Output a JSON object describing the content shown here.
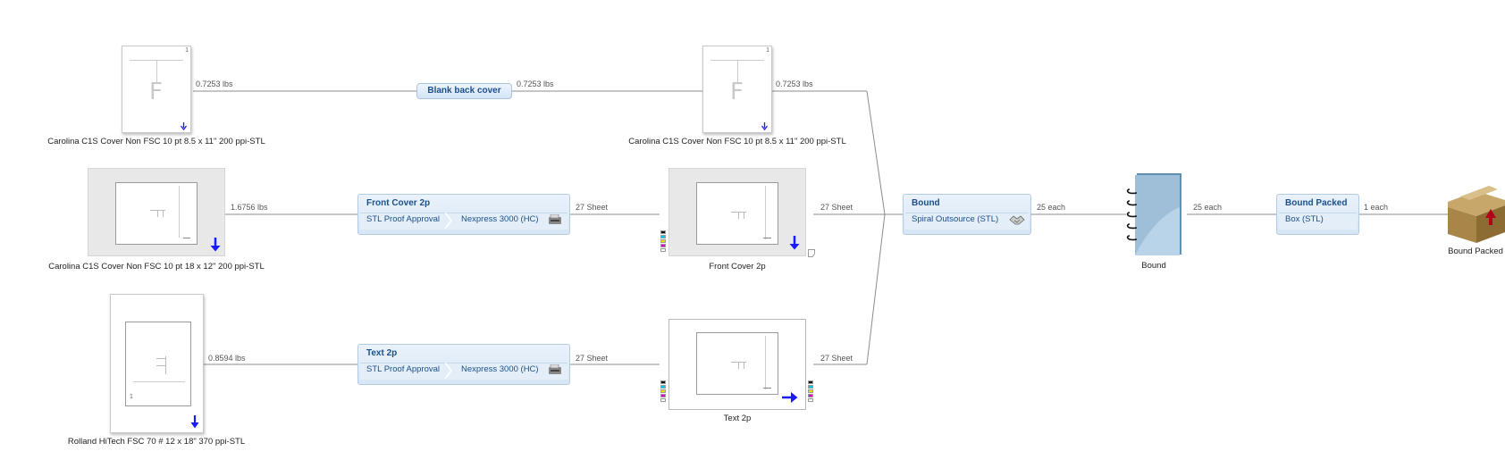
{
  "row1": {
    "source": {
      "caption": "Carolina C1S Cover Non FSC 10 pt 8.5 x 11\" 200 ppi-STL",
      "weight": "0.7253 lbs",
      "page_number": "1",
      "mark": "F"
    },
    "process": {
      "title": "Blank back cover",
      "weight_out": "0.7253 lbs"
    },
    "result": {
      "caption": "Carolina C1S Cover Non FSC 10 pt 8.5 x 11\" 200 ppi-STL",
      "weight": "0.7253 lbs",
      "page_number": "1",
      "mark": "F"
    }
  },
  "row2": {
    "source": {
      "caption": "Carolina C1S Cover Non FSC 10 pt 18 x 12\" 200 ppi-STL",
      "weight": "1.6756 lbs"
    },
    "process": {
      "title": "Front Cover 2p",
      "step1": "STL Proof Approval",
      "step2": "Nexpress 3000 (HC)",
      "qty_out": "27 Sheet"
    },
    "result": {
      "caption": "Front Cover 2p",
      "qty_out": "27 Sheet"
    }
  },
  "row3": {
    "source": {
      "caption": "Rolland HiTech FSC 70 # 12 x 18\" 370 ppi-STL",
      "weight": "0.8594 lbs",
      "page_number": "1"
    },
    "process": {
      "title": "Text 2p",
      "step1": "STL Proof Approval",
      "step2": "Nexpress 3000 (HC)",
      "qty_out": "27 Sheet"
    },
    "result": {
      "caption": "Text 2p",
      "qty_out": "27 Sheet"
    }
  },
  "bound_process": {
    "title": "Bound",
    "step1": "Spiral Outsource (STL)",
    "qty_out": "25 each"
  },
  "bound_item": {
    "caption": "Bound",
    "qty_out": "25 each"
  },
  "packed_process": {
    "title": "Bound Packed",
    "step1": "Box (STL)",
    "qty_out": "1 each"
  },
  "packed_item": {
    "caption": "Bound Packed"
  },
  "colors": {
    "accent": "#1b4f8a",
    "arrow": "#1a1aff",
    "process_bg": "#dce9f7",
    "line": "#8c8c8c"
  },
  "ink_colors": [
    "#111111",
    "#00c8e6",
    "#e6e600",
    "#e600c8",
    "#ffffff"
  ]
}
